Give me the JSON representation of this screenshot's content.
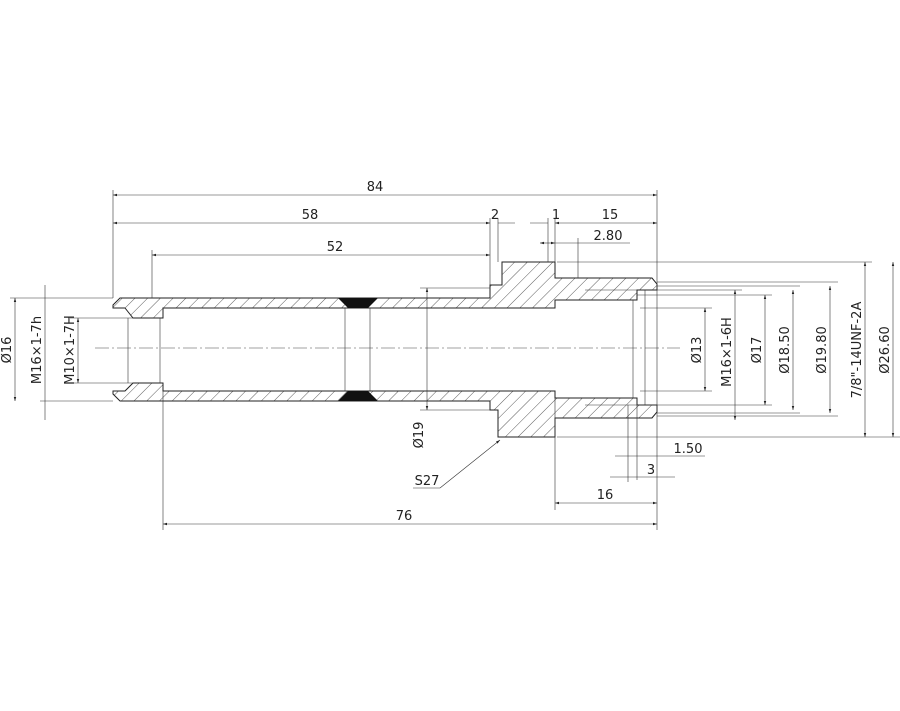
{
  "dimensions": {
    "overall_length": "84",
    "length_58": "58",
    "step_2": "2",
    "step_1": "1",
    "length_15": "15",
    "groove_2_80": "2.80",
    "length_52": "52",
    "length_76": "76",
    "length_16": "16",
    "chamfer_1_50": "1.50",
    "length_3": "3",
    "dia_16": "Ø16",
    "thread_m16_7h": "M16×1-7h",
    "thread_m10_7h": "M10×1-7H",
    "dia_19": "Ø19",
    "hex_s27": "S27",
    "dia_13": "Ø13",
    "thread_m16_6h": "M16×1-6H",
    "dia_17": "Ø17",
    "dia_18_50": "Ø18.50",
    "dia_19_80": "Ø19.80",
    "thread_unf": "7/8\"-14UNF-2A",
    "dia_26_60": "Ø26.60"
  }
}
